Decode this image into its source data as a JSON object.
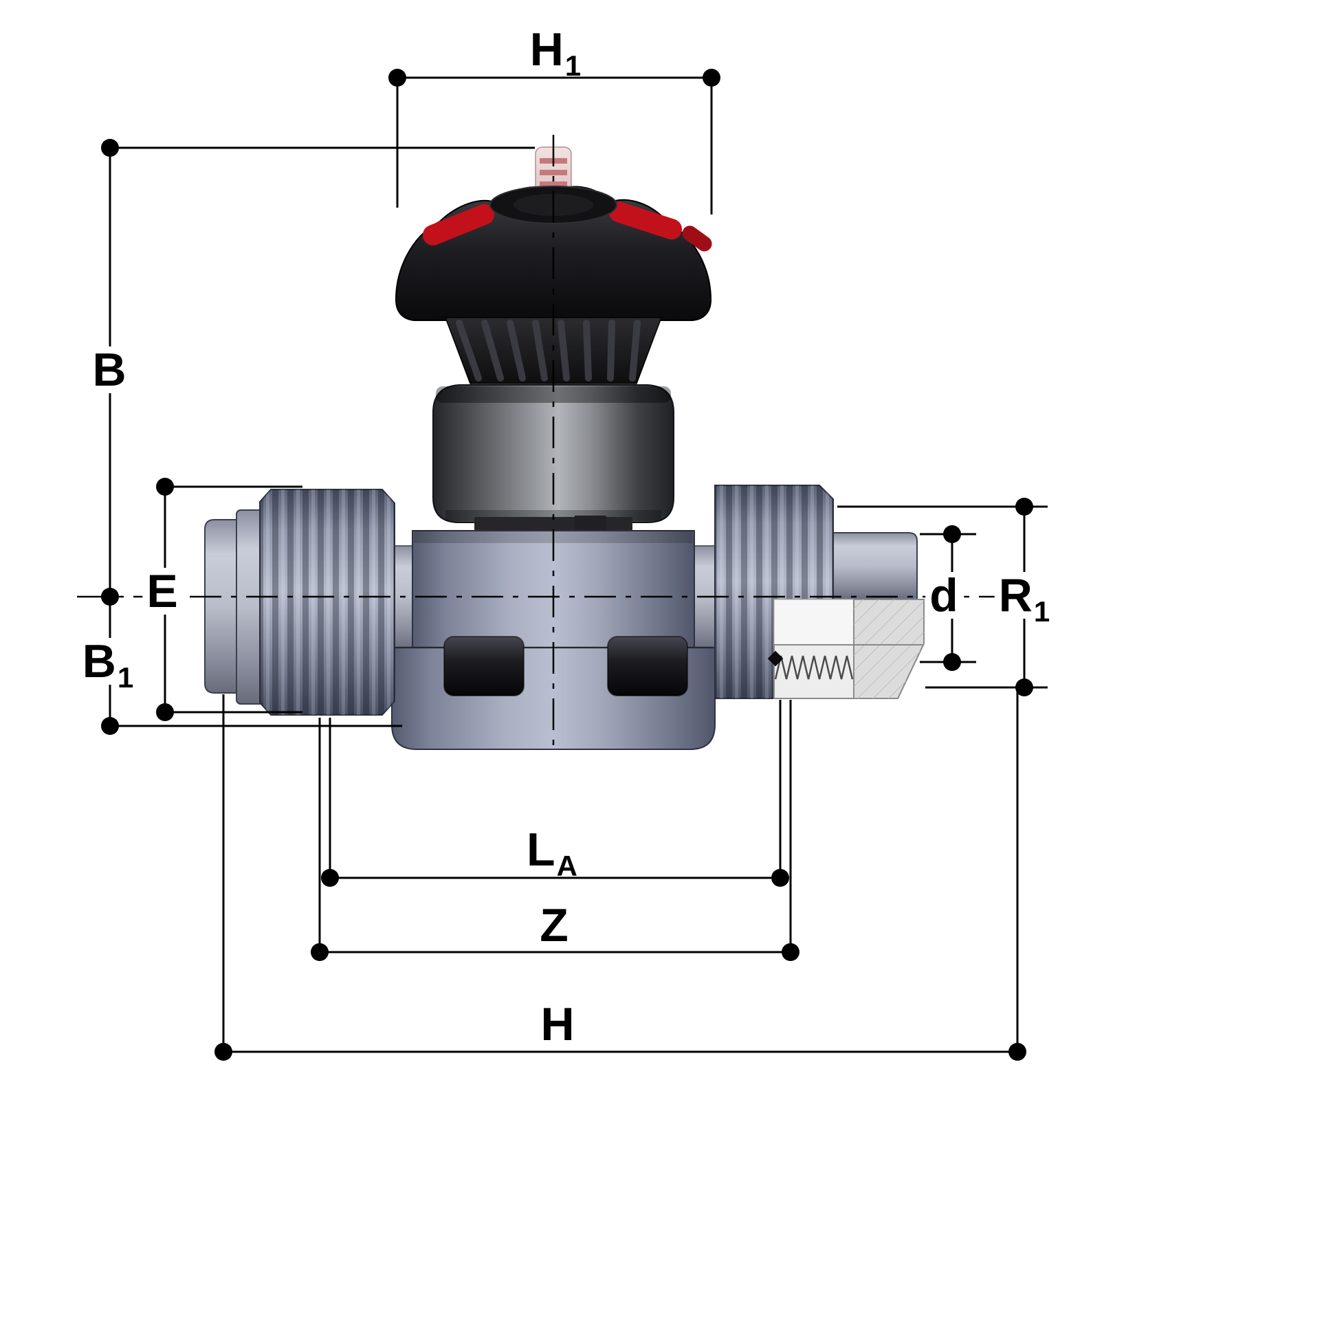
{
  "page": {
    "background": "#ffffff"
  },
  "drawing": {
    "kind": "diaphragm-valve-dimension-drawing",
    "line_color": "#000000",
    "labels": {
      "h1": {
        "main": "H",
        "sub": "1"
      },
      "b": {
        "main": "B",
        "sub": ""
      },
      "b1": {
        "main": "B",
        "sub": "1"
      },
      "e": {
        "main": "E",
        "sub": ""
      },
      "d": {
        "main": "d",
        "sub": ""
      },
      "r1": {
        "main": "R",
        "sub": "1"
      },
      "la": {
        "main": "L",
        "sub": "A"
      },
      "z": {
        "main": "Z",
        "sub": ""
      },
      "h": {
        "main": "H",
        "sub": ""
      }
    },
    "valve": {
      "parts": [
        "position-indicator-stem",
        "handwheel",
        "actuator-bonnet",
        "valve-body",
        "bottom-ports",
        "left-union-nut",
        "left-socket-end",
        "right-union-nut",
        "right-pipe-end",
        "threaded-section-cutaway"
      ],
      "colors": {
        "handwheel": "#1b1b1e",
        "handwheel_accent_red": "#c3111b",
        "bonnet_metal": "#8f9296",
        "body_gray": "#8b90a4",
        "pipe_gray": "#b9bdc9",
        "section_metal": "#ededed",
        "port_black": "#17171a"
      }
    }
  }
}
